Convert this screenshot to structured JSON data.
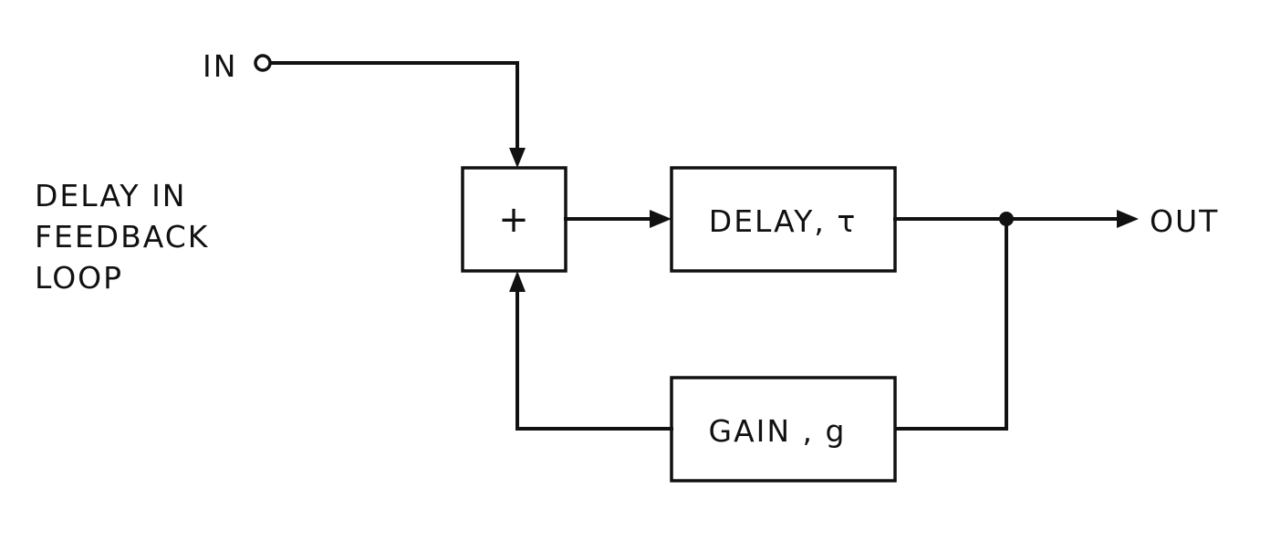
{
  "diagram": {
    "caption_lines": [
      "DELAY IN",
      "FEEDBACK",
      "LOOP"
    ],
    "input_label": "IN",
    "output_label": "OUT",
    "summer_symbol": "+",
    "delay_block_label": "DELAY, τ",
    "gain_block_label": "GAIN , g"
  }
}
